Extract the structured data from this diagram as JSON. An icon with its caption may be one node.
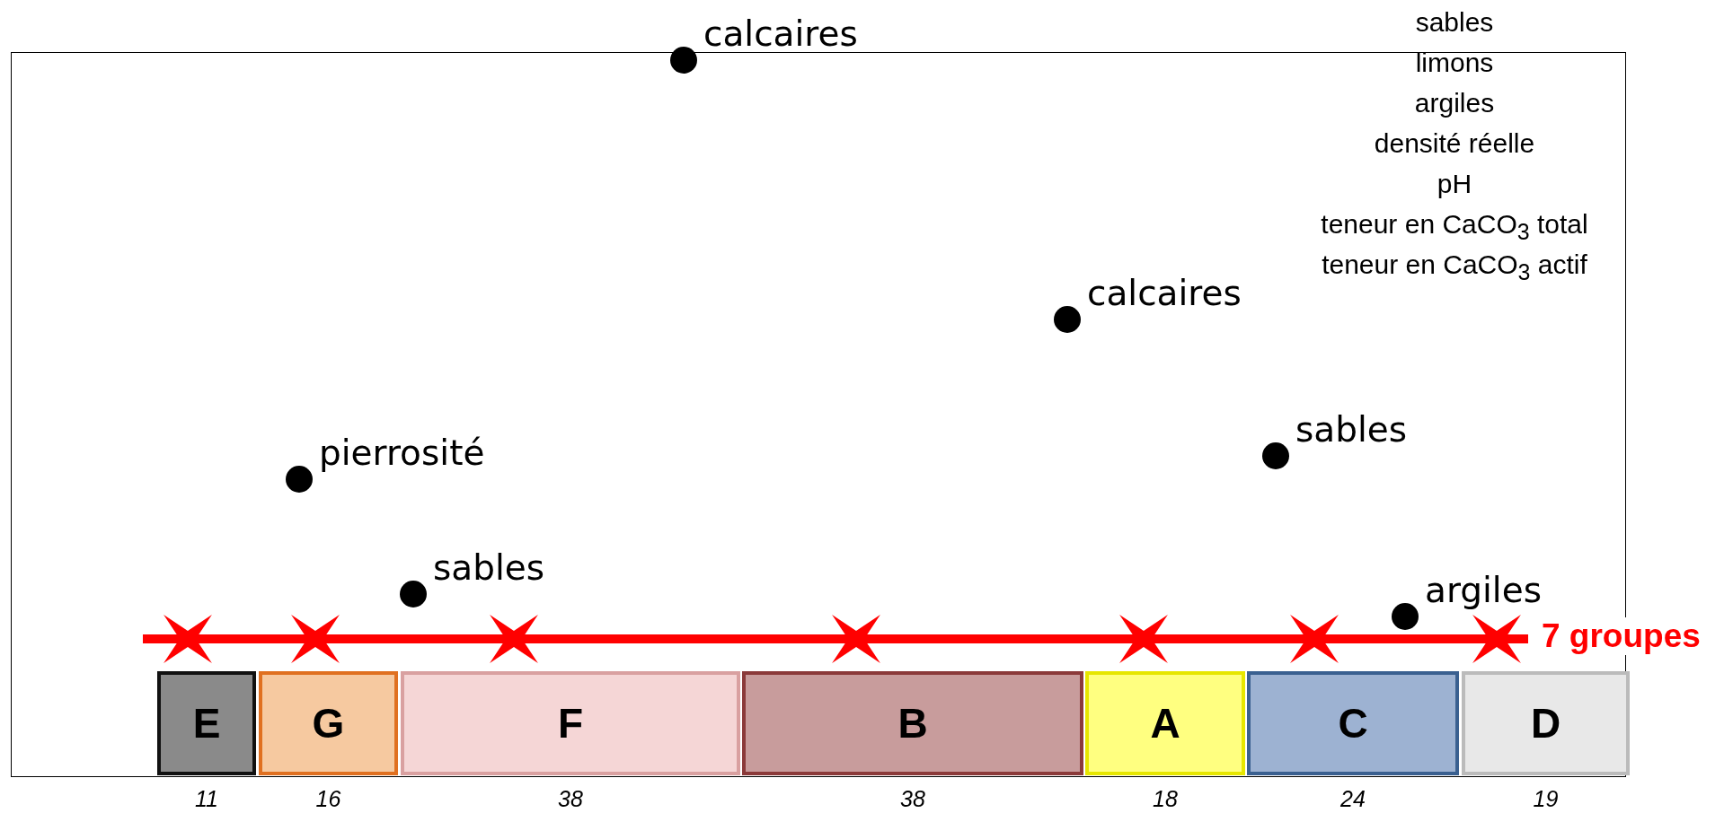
{
  "diagram": {
    "nodes": [
      {
        "text": [],
        "shape": "circle",
        "beside": [
          "calcaires"
        ]
      },
      {
        "text": [],
        "shape": "circle",
        "beside": [
          "calcaires"
        ]
      },
      {
        "text": [],
        "shape": "circle",
        "beside": [
          "sables"
        ]
      },
      {
        "text": [],
        "shape": "circle",
        "beside": [
          "pierrosité"
        ]
      },
      {
        "text": [],
        "shape": "circle",
        "beside": [
          "sables"
        ]
      },
      {
        "text": [],
        "shape": "circle",
        "beside": [
          "argiles"
        ]
      },
      {
        "text": [
          "E"
        ],
        "beside": [
          "11"
        ]
      },
      {
        "text": [
          "G"
        ],
        "beside": [
          "16"
        ]
      },
      {
        "text": [
          "F"
        ],
        "beside": [
          "38"
        ]
      },
      {
        "text": [
          "B"
        ],
        "beside": [
          "38"
        ]
      },
      {
        "text": [
          "A"
        ],
        "beside": [
          "18"
        ]
      },
      {
        "text": [
          "C"
        ],
        "beside": [
          "24"
        ]
      },
      {
        "text": [
          "D"
        ],
        "beside": [
          "19"
        ]
      }
    ],
    "edges": [],
    "labels": [
      "sables",
      "limons",
      "argiles",
      "densité réelle",
      "pH",
      "teneur en CaCO$_{3}$ total",
      "teneur en CaCO$_{3}$ actif",
      "7 groupes"
    ]
  }
}
